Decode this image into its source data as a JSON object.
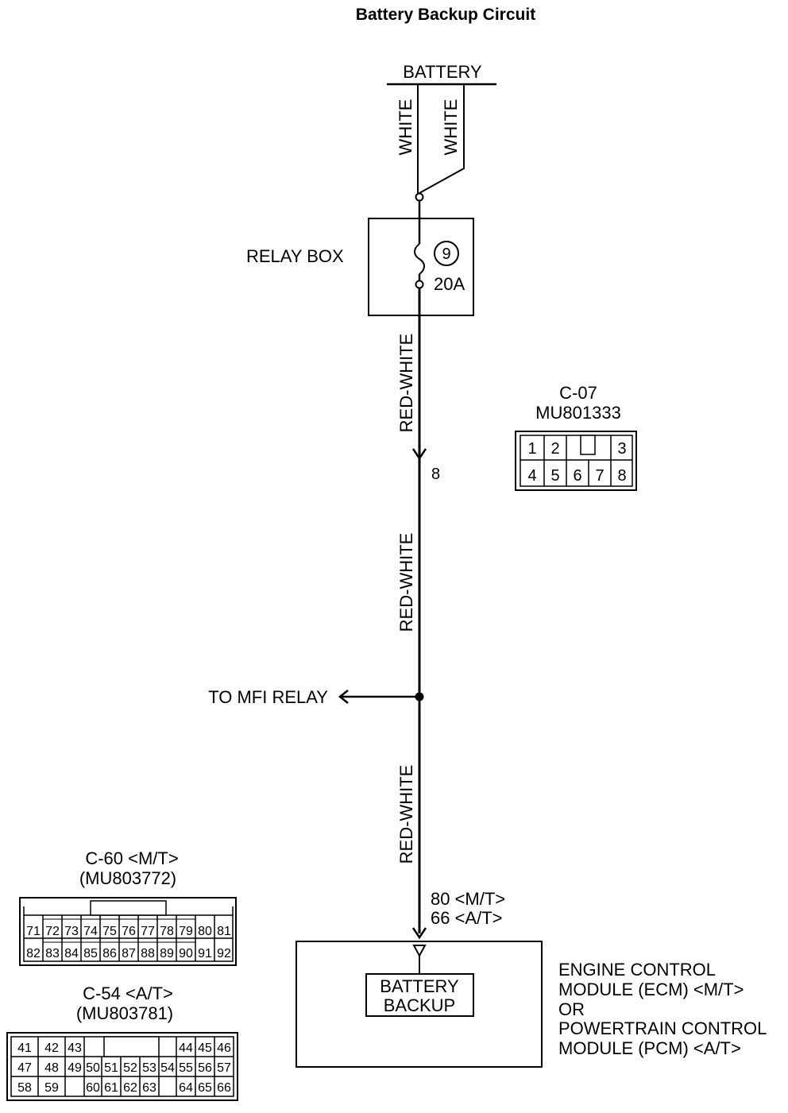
{
  "title": "Battery Backup Circuit",
  "battery": {
    "label": "BATTERY"
  },
  "wires": {
    "battery_left": "WHITE",
    "battery_right": "WHITE",
    "seg1": "RED-WHITE",
    "seg2": "RED-WHITE",
    "seg3": "RED-WHITE"
  },
  "relay_box": {
    "label": "RELAY BOX",
    "fuse_number": "9",
    "fuse_rating": "20A"
  },
  "junction_pin": "8",
  "branch": {
    "label": "TO MFI RELAY"
  },
  "ecm_pins": {
    "mt": "80 <M/T>",
    "at": "66 <A/T>"
  },
  "module": {
    "inner_line1": "BATTERY",
    "inner_line2": "BACKUP",
    "desc": [
      "ENGINE CONTROL",
      "MODULE (ECM) <M/T>",
      "OR",
      "POWERTRAIN CONTROL",
      "MODULE (PCM) <A/T>"
    ]
  },
  "connectors": {
    "c07": {
      "name": "C-07",
      "part": "MU801333",
      "row1": [
        "1",
        "2",
        "",
        "3"
      ],
      "row2": [
        "4",
        "5",
        "6",
        "7",
        "8"
      ]
    },
    "c60": {
      "name": "C-60 <M/T>",
      "part": "(MU803772)",
      "row1": [
        "71",
        "72",
        "73",
        "74",
        "75",
        "76",
        "77",
        "78",
        "79",
        "80",
        "81"
      ],
      "row2": [
        "82",
        "83",
        "84",
        "85",
        "86",
        "87",
        "88",
        "89",
        "90",
        "91",
        "92"
      ]
    },
    "c54": {
      "name": "C-54 <A/T>",
      "part": "(MU803781)",
      "row1": [
        "41",
        "42",
        "43",
        "44",
        "45",
        "46"
      ],
      "row2": [
        "47",
        "48",
        "49",
        "50",
        "51",
        "52",
        "53",
        "54",
        "55",
        "56",
        "57"
      ],
      "row3": [
        "58",
        "59",
        "60",
        "61",
        "62",
        "63",
        "64",
        "65",
        "66"
      ]
    }
  }
}
